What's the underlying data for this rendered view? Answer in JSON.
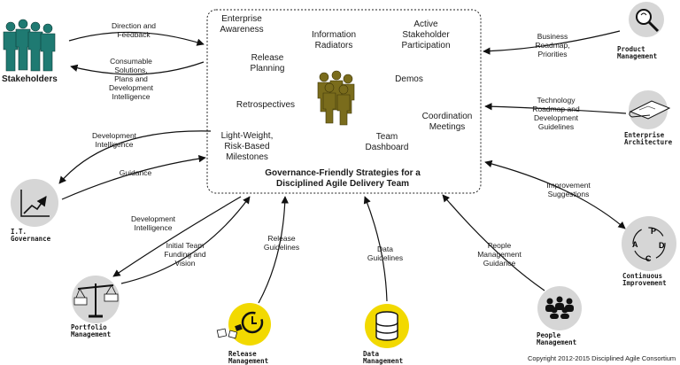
{
  "center": {
    "title": "Governance-Friendly Strategies for a\nDisciplined Agile Delivery Team",
    "strategies": [
      "Enterprise\nAwareness",
      "Information\nRadiators",
      "Active\nStakeholder\nParticipation",
      "Release\nPlanning",
      "Demos",
      "Retrospectives",
      "Coordination\nMeetings",
      "Light-Weight,\nRisk-Based\nMilestones",
      "Team\nDashboard"
    ]
  },
  "nodes": {
    "stakeholders": "Stakeholders",
    "product_management": "Product\nManagement",
    "enterprise_architecture": "Enterprise\nArchitecture",
    "continuous_improvement": "Continuous\nImprovement",
    "people_management": "People\nManagement",
    "data_management": "Data\nManagement",
    "release_management": "Release\nManagement",
    "portfolio_management": "Portfolio\nManagement",
    "it_governance": "I.T.\nGovernance"
  },
  "flows": [
    "Direction and\nFeedback",
    "Consumable\nSolutions,\nPlans and\nDevelopment\nIntelligence",
    "Business\nRoadmap,\nPriorities",
    "Technology\nRoadmap and\nDevelopment\nGuidelines",
    "Improvement\nSuggestions",
    "People\nManagement\nGuidance",
    "Data\nGuidelines",
    "Release\nGuidelines",
    "Development\nIntelligence",
    "Guidance",
    "Development\nIntelligence",
    "Initial Team\nFunding and\nVision"
  ],
  "pdca_letters": [
    "P",
    "D",
    "C",
    "A"
  ],
  "copyright": "Copyright 2012-2015 Disciplined Agile Consortium",
  "colors": {
    "stakeholder_teal": "#1f7a72",
    "team_olive": "#7a6c1c",
    "release_yellow": "#f2d900",
    "data_yellow": "#f2d900",
    "icon_gray": "#d6d6d6"
  },
  "icons": [
    "stakeholders-group-icon",
    "lightbulb-magnifier-icon",
    "blueprint-scroll-icon",
    "pdca-cycle-icon",
    "people-group-icon",
    "database-icon",
    "release-clock-icon",
    "balance-scale-icon",
    "growth-chart-icon",
    "team-group-icon"
  ]
}
